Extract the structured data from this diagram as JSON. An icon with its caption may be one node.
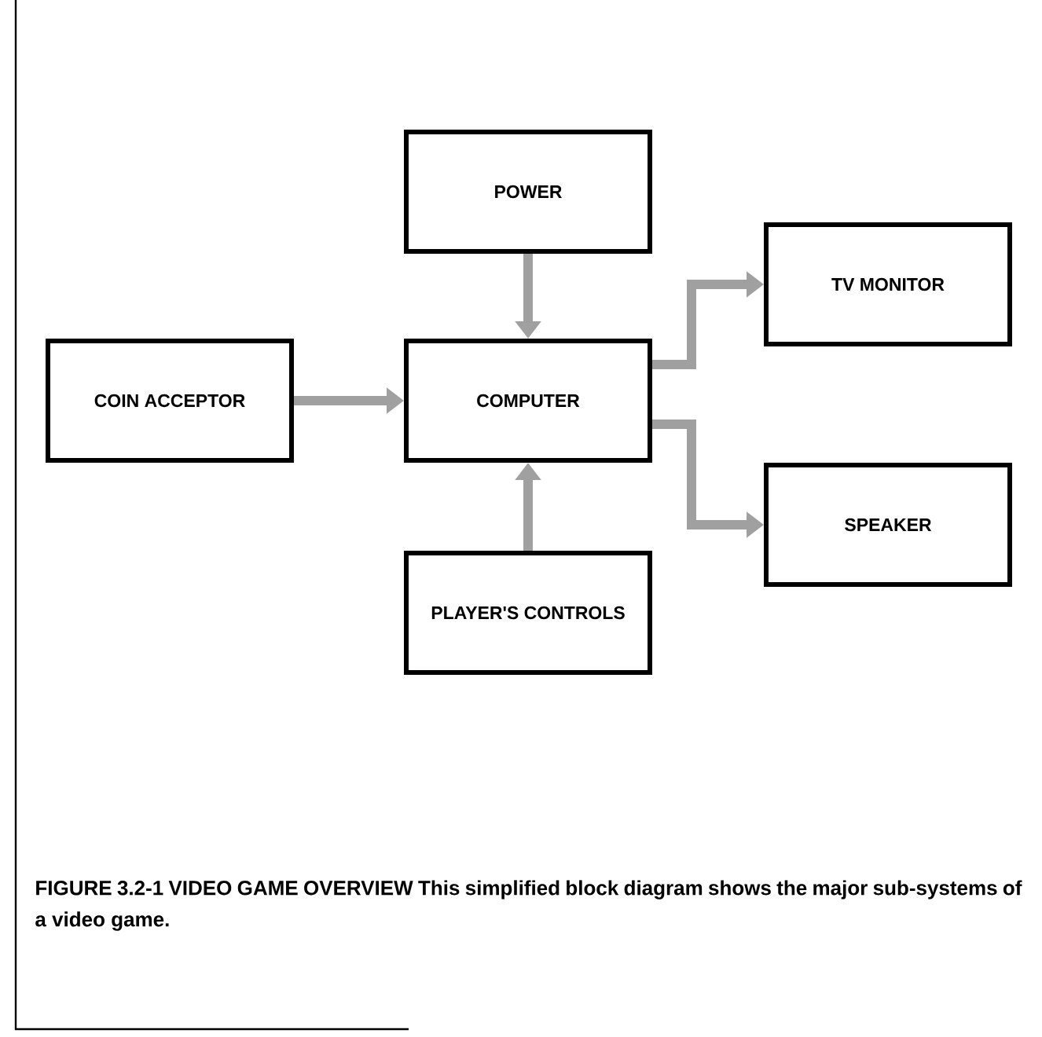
{
  "diagram": {
    "caption": "FIGURE 3.2-1 VIDEO GAME OVERVIEW This simplified block diagram shows the major sub-systems of a video game.",
    "nodes": [
      {
        "text": [
          "POWER"
        ]
      },
      {
        "text": [
          "COMPUTER"
        ]
      },
      {
        "text": [
          "COIN ACCEPTOR"
        ]
      },
      {
        "text": [
          "TV MONITOR"
        ]
      },
      {
        "text": [
          "SPEAKER"
        ]
      },
      {
        "text": [
          "PLAYER'S CONTROLS"
        ]
      }
    ],
    "edges": [
      {
        "from": 0,
        "to": 1,
        "arrow": "to"
      },
      {
        "from": 2,
        "to": 1,
        "arrow": "to"
      },
      {
        "from": 5,
        "to": 1,
        "arrow": "to"
      },
      {
        "from": 1,
        "to": 3,
        "arrow": "to"
      },
      {
        "from": 1,
        "to": 4,
        "arrow": "to"
      }
    ]
  }
}
